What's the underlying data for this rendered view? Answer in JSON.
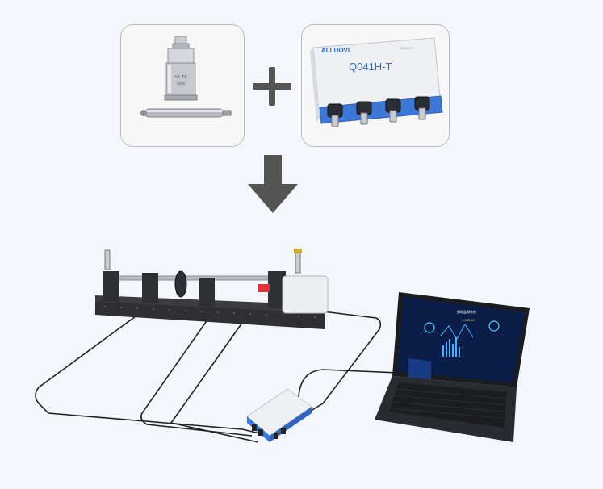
{
  "daq_box": {
    "brand": "ALLUOVI",
    "model": "Q041H-T",
    "small_model": "Q041H-T"
  },
  "sensor": {
    "marking_line1": "YA-TE",
    "marking_line2": "0809"
  },
  "laptop_screen": {
    "title": "振动监测系统",
    "big_number": "1,325.58"
  },
  "colors": {
    "background": "#f3f6fb",
    "panel_border": "#b9bcc2",
    "daq_accent_blue": "#3b78d8",
    "arrow": "#555555",
    "cable": "#222222",
    "screen_bg": "#0b1e4a"
  }
}
